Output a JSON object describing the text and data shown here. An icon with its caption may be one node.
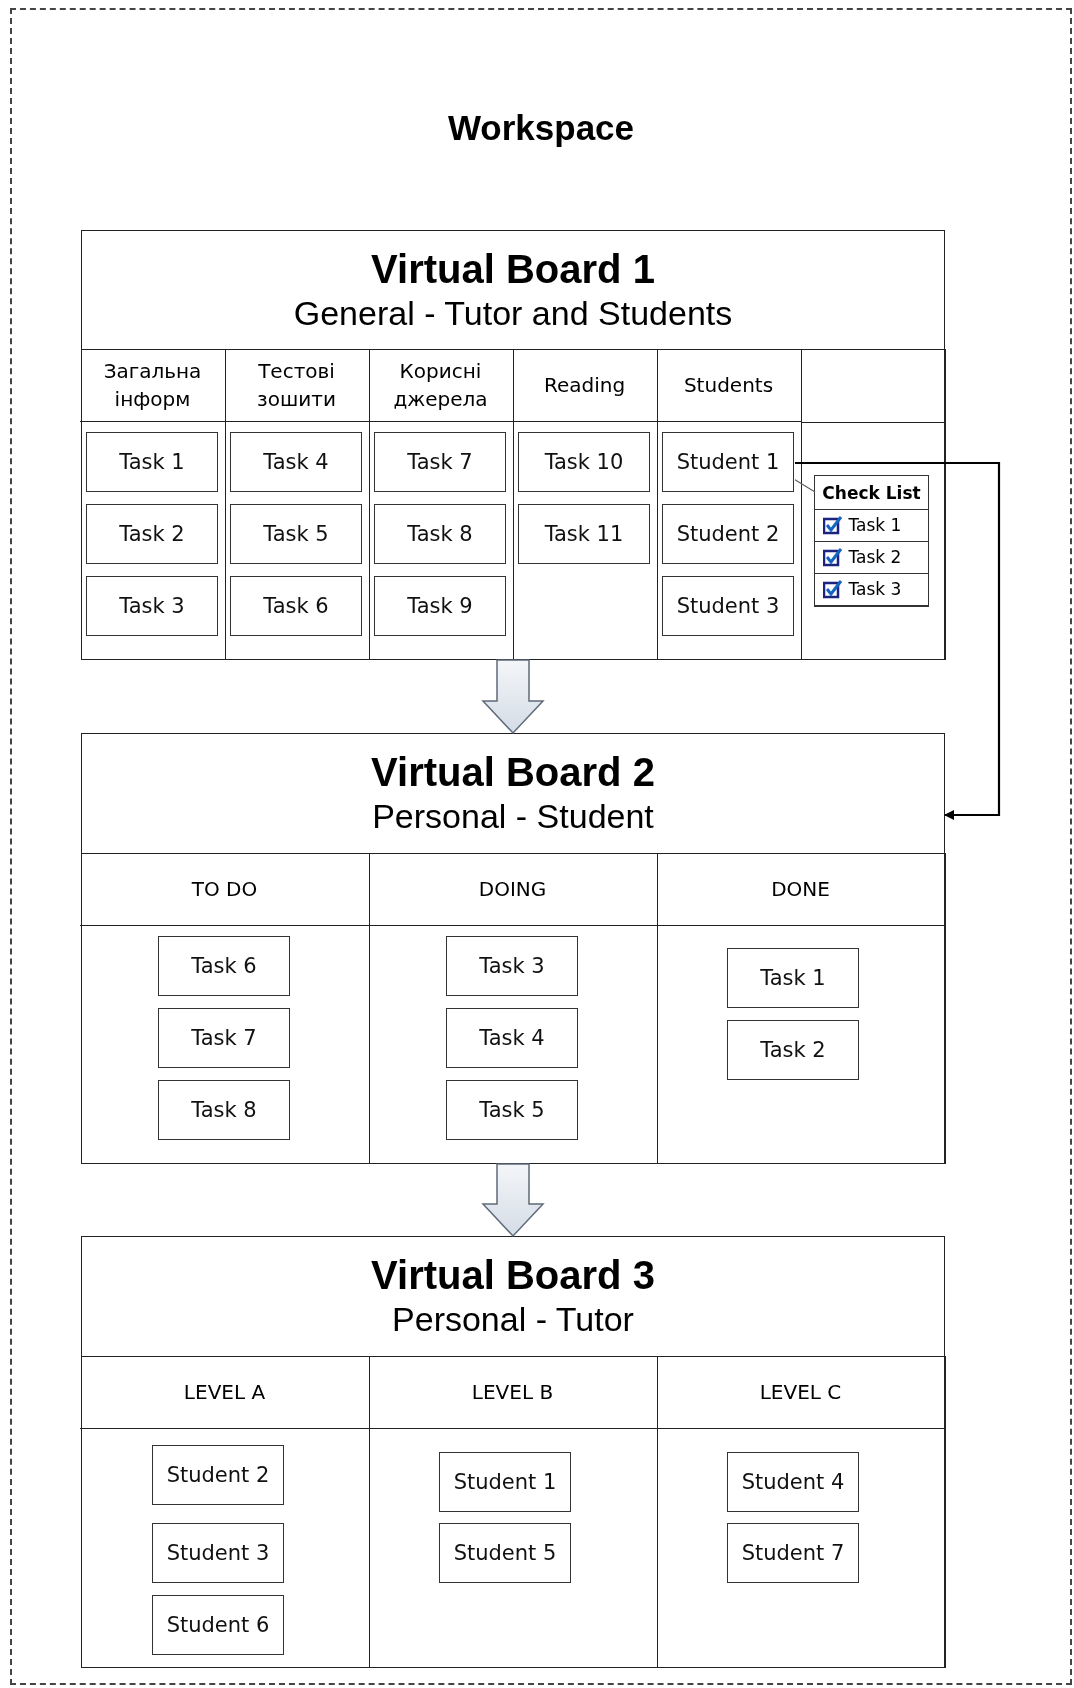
{
  "diagram": {
    "nodes": [
      {
        "text": [
          "Workspace"
        ]
      },
      {
        "text": [
          "Virtual Board 1",
          "General - Tutor and Students"
        ],
        "in": 0
      },
      {
        "text": [
          "Загальна інформ"
        ],
        "in": 1
      },
      {
        "text": [
          "Тестові зошити"
        ],
        "in": 1
      },
      {
        "text": [
          "Корисні джерела"
        ],
        "in": 1
      },
      {
        "text": [
          "Reading"
        ],
        "in": 1
      },
      {
        "text": [
          "Students"
        ],
        "in": 1
      },
      {
        "text": [],
        "shape": "box",
        "in": 1
      },
      {
        "text": [
          "Task 1"
        ],
        "in": 2
      },
      {
        "text": [
          "Task 2"
        ],
        "in": 2
      },
      {
        "text": [
          "Task 3"
        ],
        "in": 2
      },
      {
        "text": [
          "Task 4"
        ],
        "in": 3
      },
      {
        "text": [
          "Task 5"
        ],
        "in": 3
      },
      {
        "text": [
          "Task 6"
        ],
        "in": 3
      },
      {
        "text": [
          "Task 7"
        ],
        "in": 4
      },
      {
        "text": [
          "Task 8"
        ],
        "in": 4
      },
      {
        "text": [
          "Task 9"
        ],
        "in": 4
      },
      {
        "text": [
          "Task 10"
        ],
        "in": 5
      },
      {
        "text": [
          "Task 11"
        ],
        "in": 5
      },
      {
        "text": [
          "Student 1"
        ],
        "in": 6
      },
      {
        "text": [
          "Student 2"
        ],
        "in": 6
      },
      {
        "text": [
          "Student 3"
        ],
        "in": 6
      },
      {
        "text": [
          "Check List"
        ],
        "in": 7
      },
      {
        "text": [
          "Task 1"
        ],
        "in": 22
      },
      {
        "text": [
          "Task 2"
        ],
        "in": 22
      },
      {
        "text": [
          "Task 3"
        ],
        "in": 22
      },
      {
        "text": [
          "Virtual Board 2",
          "Personal - Student"
        ],
        "in": 0
      },
      {
        "text": [
          "TO DO"
        ],
        "in": 26
      },
      {
        "text": [
          "DOING"
        ],
        "in": 26
      },
      {
        "text": [
          "DONE"
        ],
        "in": 26
      },
      {
        "text": [
          "Task 6"
        ],
        "in": 27
      },
      {
        "text": [
          "Task 7"
        ],
        "in": 27
      },
      {
        "text": [
          "Task 8"
        ],
        "in": 27
      },
      {
        "text": [
          "Task 3"
        ],
        "in": 28
      },
      {
        "text": [
          "Task 4"
        ],
        "in": 28
      },
      {
        "text": [
          "Task 5"
        ],
        "in": 28
      },
      {
        "text": [
          "Task 1"
        ],
        "in": 29
      },
      {
        "text": [
          "Task 2"
        ],
        "in": 29
      },
      {
        "text": [
          "Virtual Board 3",
          "Personal - Tutor"
        ],
        "in": 0
      },
      {
        "text": [
          "LEVEL A"
        ],
        "in": 38
      },
      {
        "text": [
          "LEVEL B"
        ],
        "in": 38
      },
      {
        "text": [
          "LEVEL C"
        ],
        "in": 38
      },
      {
        "text": [
          "Student 2"
        ],
        "in": 39
      },
      {
        "text": [
          "Student 3"
        ],
        "in": 39
      },
      {
        "text": [
          "Student 6"
        ],
        "in": 39
      },
      {
        "text": [
          "Student 1"
        ],
        "in": 40
      },
      {
        "text": [
          "Student 5"
        ],
        "in": 40
      },
      {
        "text": [
          "Student 4"
        ],
        "in": 41
      },
      {
        "text": [
          "Student 7"
        ],
        "in": 41
      }
    ],
    "edges": [
      {
        "from": 1,
        "to": 26,
        "arrow": "to",
        "style": "thick"
      },
      {
        "from": 26,
        "to": 38,
        "arrow": "to",
        "style": "thick"
      },
      {
        "from": 19,
        "to": 26,
        "arrow": "to"
      },
      {
        "from": 19,
        "to": 22,
        "arrow": "none",
        "color": "#606060"
      }
    ]
  }
}
